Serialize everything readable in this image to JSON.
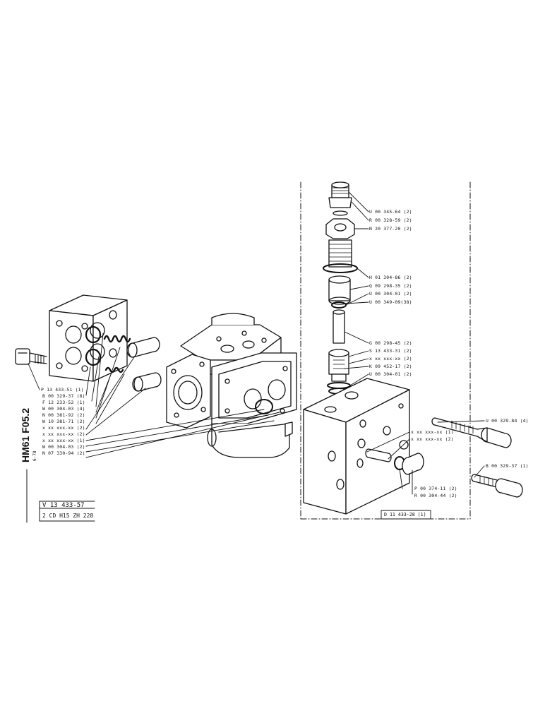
{
  "sheet": {
    "side_code": "HM61 F05.2",
    "side_date": "6-78",
    "part_number": "V 13 433-57",
    "description": "2 CD H15 ZH 228",
    "detail_ref": "D 11 433-28 (1)"
  },
  "labels_left": [
    "P 13 433-51 (1)",
    "B 00 329-37 (6)",
    "F 12 233-52 (1)",
    "W 00 304-03 (4)",
    "N 00 381-92 (2)",
    "W 10 381-71 (2)",
    "x xx xxx-xx (2)",
    "x xx xxx-xx (2)",
    "x xx xxx-xx (1)",
    "W 00 304-03 (2)",
    "N 07 330-94 (2)"
  ],
  "labels_top": [
    "U 00 345-64 (2)",
    "R 00 328-59 (2)",
    "N 20 377-20 (2)",
    "H 01 304-86 (2)",
    "Q 09 298-35 (2)",
    "U 00 304-01 (2)",
    "U 00 349-09(38)",
    "G 00 298-45 (2)",
    "S 13 433-31 (2)",
    "x xx xxx-xx (2)",
    "K 09 452-17 (2)",
    "U 00 304-01 (2)"
  ],
  "labels_block": [
    "x xx xxx-xx (1)",
    "x xx xxx-xx (2)"
  ],
  "labels_right": [
    "U 00 329-84 (4)",
    "B 00 329-37 (1)"
  ],
  "labels_bottom": [
    "P 00 374-11 (2)",
    "R 00 304-44 (2)"
  ]
}
